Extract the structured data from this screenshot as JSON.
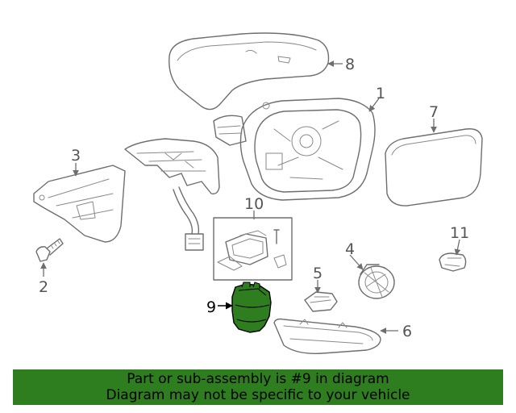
{
  "callouts": {
    "c1": "1",
    "c2": "2",
    "c3": "3",
    "c4": "4",
    "c5": "5",
    "c6": "6",
    "c7": "7",
    "c8": "8",
    "c9": "9",
    "c10": "10",
    "c11": "11"
  },
  "highlighted_part": "9",
  "colors": {
    "highlight_fill": "#2e7d1f",
    "banner_background": "#2e7d1f",
    "line_art": "#6e6e6e"
  },
  "banner": {
    "line1": "Part or sub-assembly is #9 in diagram",
    "line2": "Diagram may not be specific to your vehicle"
  }
}
